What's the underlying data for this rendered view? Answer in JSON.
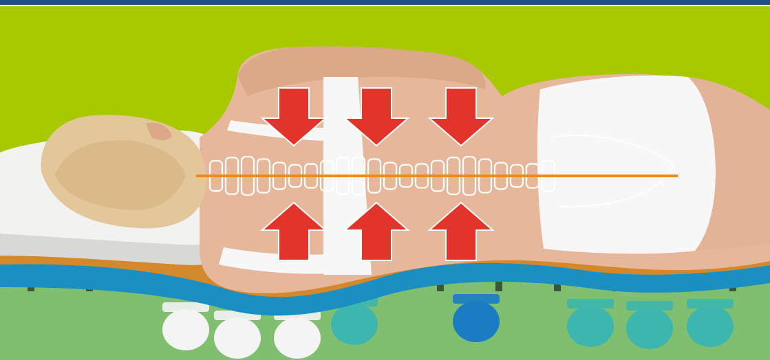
{
  "image": {
    "subject": "mattress-cross-section-spinal-alignment",
    "colors": {
      "background_green": "#a8c800",
      "top_strip_blue": "#1e4f8c",
      "arrow_red": "#e3342b",
      "spine_line_orange": "#f08a1c",
      "layer_orange": "#d2882b",
      "layer_blue": "#1c8fc2",
      "foam_green": "#7fbf6f",
      "pillow_white": "#f2f2f0",
      "skin": "#e6b79b",
      "hair": "#e3c79a",
      "clothing_white": "#f7f7f7",
      "spring_teal": "#3cb6ae",
      "spring_blue": "#1b7cc4",
      "spring_white": "#f4f4f4"
    },
    "arrows": {
      "down_count": 3,
      "up_count": 3
    }
  }
}
